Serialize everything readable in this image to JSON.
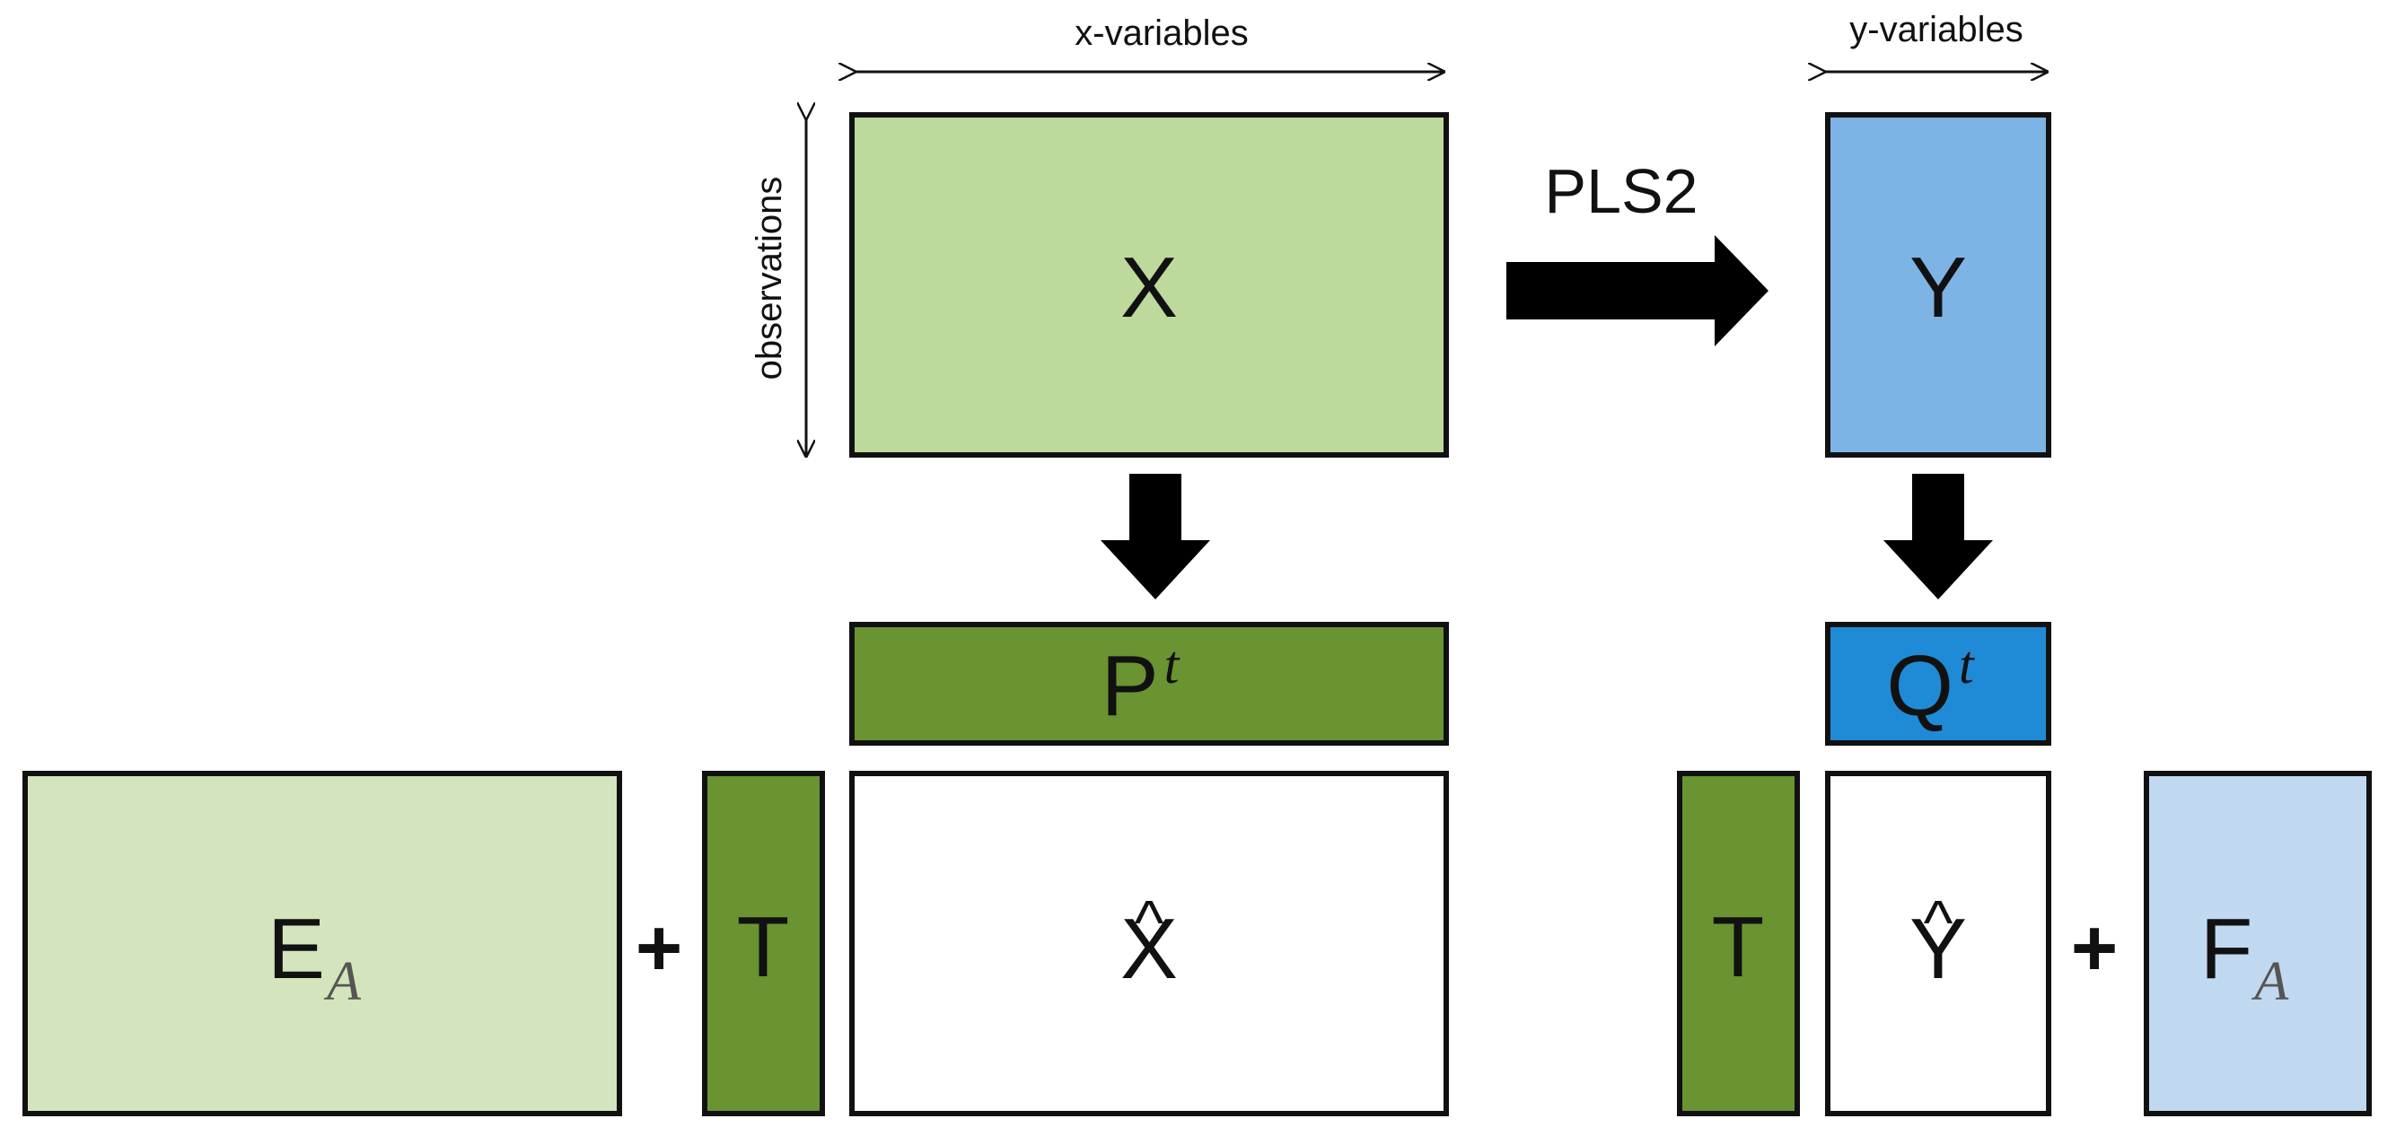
{
  "colors": {
    "x_green": "#bdd99b",
    "p_green": "#6a9331",
    "e_green": "#d4e5bd",
    "y_blue": "#7db3e5",
    "q_blue": "#1f8bd6",
    "f_blue": "#c1d9f0",
    "outline": "#111111"
  },
  "labels": {
    "x_variables": "x-variables",
    "y_variables": "y-variables",
    "observations": "observations",
    "pls2": "PLS2",
    "plus": "+"
  },
  "matrices": {
    "X": "X",
    "Y": "Y",
    "P": "P",
    "P_sup": "t",
    "Q": "Q",
    "Q_sup": "t",
    "E": "E",
    "E_sub": "A",
    "T_left": "T",
    "X_hat": "X",
    "hat_mark": "^",
    "T_right": "T",
    "Y_hat": "Y",
    "F": "F",
    "F_sub": "A"
  }
}
